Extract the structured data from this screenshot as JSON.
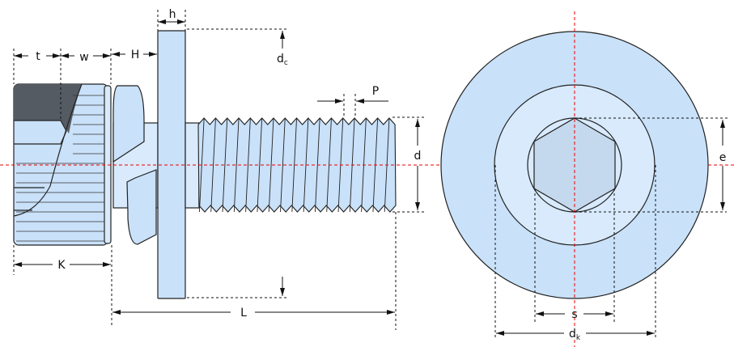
{
  "colors": {
    "part_fill": "#c9e1f9",
    "part_light": "#d8eafc",
    "dark_region": "#555b63",
    "centerline": "#e00000",
    "outline": "#222222"
  },
  "labels": {
    "t": "t",
    "w": "w",
    "H": "H",
    "h": "h",
    "dc": "d",
    "dc_sub": "c",
    "P": "P",
    "d": "d",
    "K": "K",
    "L": "L",
    "e": "e",
    "s": "s",
    "dk": "d",
    "dk_sub": "k"
  }
}
